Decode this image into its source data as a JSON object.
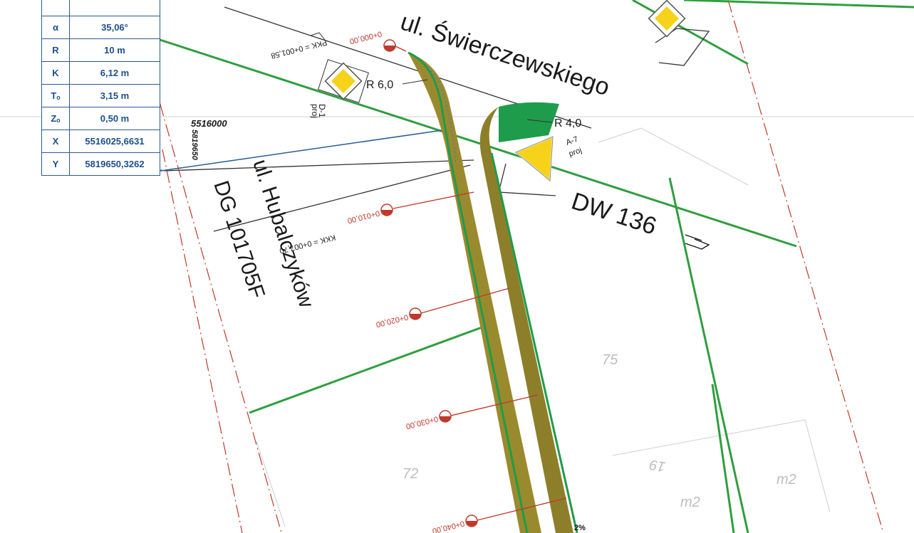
{
  "parameters_table": {
    "rows": [
      {
        "symbol": "",
        "value": ""
      },
      {
        "symbol": "α",
        "value": "35,06°"
      },
      {
        "symbol": "R",
        "value": "10 m"
      },
      {
        "symbol": "K",
        "value": "6,12 m"
      },
      {
        "symbol": "Tₒ",
        "value": "3,15 m"
      },
      {
        "symbol": "Zₒ",
        "value": "0,50 m"
      },
      {
        "symbol": "X",
        "value": "5516025,6631"
      },
      {
        "symbol": "Y",
        "value": "5819650,3262"
      }
    ]
  },
  "streets": {
    "main_street": "ul. Świerczewskiego",
    "main_road_number": "DW 136",
    "side_street": "ul. Hubalczyków",
    "side_road_number": "DG 101705F"
  },
  "coordinates": {
    "x_label": "5516000",
    "y_label": "5819650"
  },
  "chainage": {
    "pkk": "PKK = 0+001,58",
    "kkk": "KKK = 0+007,70",
    "stations": [
      "0+000,00",
      "0+010,00",
      "0+020,00",
      "0+030,00",
      "0+040,00"
    ]
  },
  "radii": {
    "left": "R 6,0",
    "right": "R 4,0"
  },
  "signs": {
    "d1_code": "D-1",
    "d1_status": "proj",
    "a7_code": "A-7",
    "a7_status": "proj"
  },
  "parcels": {
    "numbers": [
      "72",
      "19",
      "75"
    ],
    "area_unit": "m2",
    "slope": "2%"
  },
  "colors": {
    "boundary_green": "#2f9e3f",
    "station_red": "#c0392b",
    "table_blue": "#1c4f8f",
    "sign_yellow": "#f6d21b",
    "road_fill": "#9a8a2e",
    "road_green": "#1e9c4c"
  }
}
